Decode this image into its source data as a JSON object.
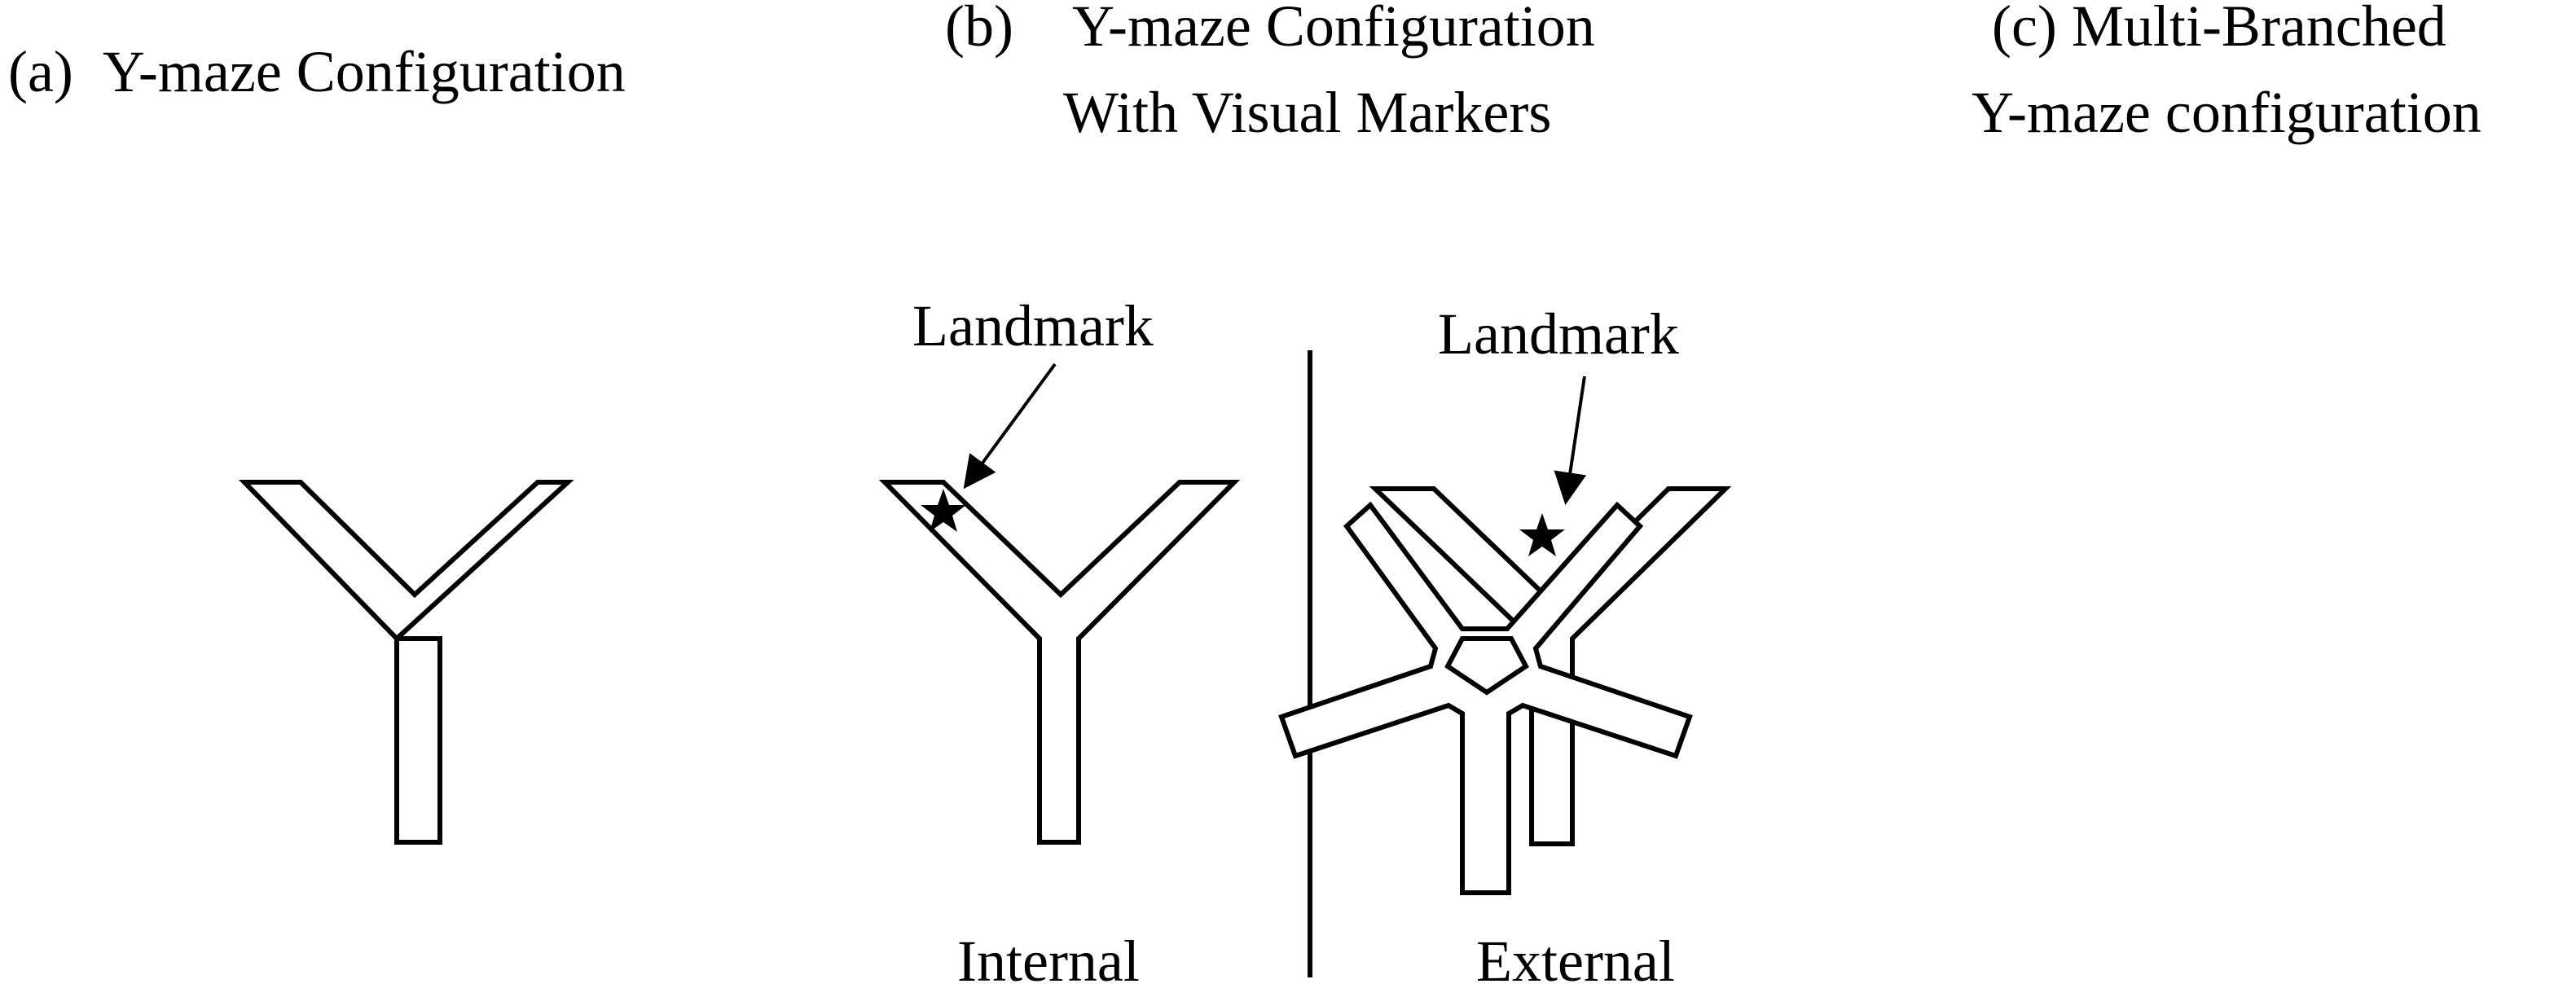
{
  "panels": {
    "a": {
      "title": "(a)  Y-maze Configuration"
    },
    "b": {
      "title_line1": "(b)    Y-maze Configuration",
      "title_line2": "With Visual Markers",
      "internal": {
        "landmark_label": "Landmark",
        "caption": "Internal"
      },
      "external": {
        "landmark_label": "Landmark",
        "caption": "External"
      }
    },
    "c": {
      "title_line1": "(c) Multi-Branched",
      "title_line2": "Y-maze configuration"
    }
  },
  "icons": {
    "landmark_marker": "star-icon",
    "arrow": "arrow-icon"
  },
  "colors": {
    "stroke": "#000000",
    "background": "#ffffff"
  }
}
